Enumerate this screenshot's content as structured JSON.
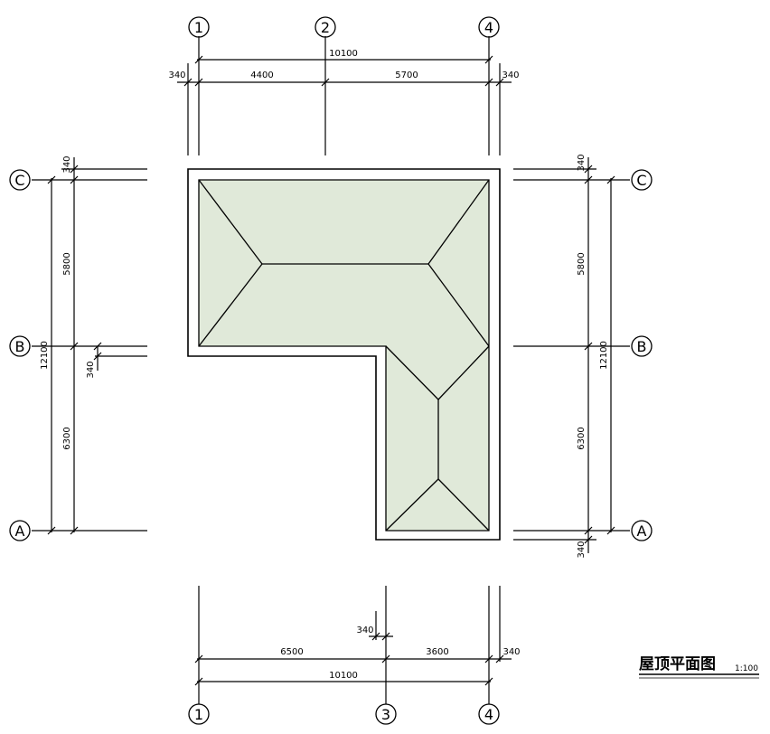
{
  "title": {
    "text": "屋顶平面图",
    "scale": "1:100"
  },
  "axes": {
    "top": [
      "1",
      "2",
      "4"
    ],
    "bottom": [
      "1",
      "3",
      "4"
    ],
    "left": [
      "C",
      "B",
      "A"
    ],
    "right": [
      "C",
      "B",
      "A"
    ]
  },
  "dims": {
    "top_total": "10100",
    "top_seg1": "4400",
    "top_seg2": "5700",
    "top_left_overhang": "340",
    "top_right_overhang": "340",
    "bottom_total": "10100",
    "bottom_seg1": "6500",
    "bottom_seg2": "3600",
    "bottom_overhang_mid": "340",
    "bottom_right_overhang": "340",
    "left_total": "12100",
    "left_seg1": "5800",
    "left_seg2": "6300",
    "left_top_overhang": "340",
    "left_mid_overhang": "340",
    "right_total": "12100",
    "right_seg1": "5800",
    "right_seg2": "6300",
    "right_top_overhang": "340",
    "right_bottom_overhang": "340"
  },
  "colors": {
    "roof_fill": "#e0e9d9",
    "line": "#000000"
  }
}
